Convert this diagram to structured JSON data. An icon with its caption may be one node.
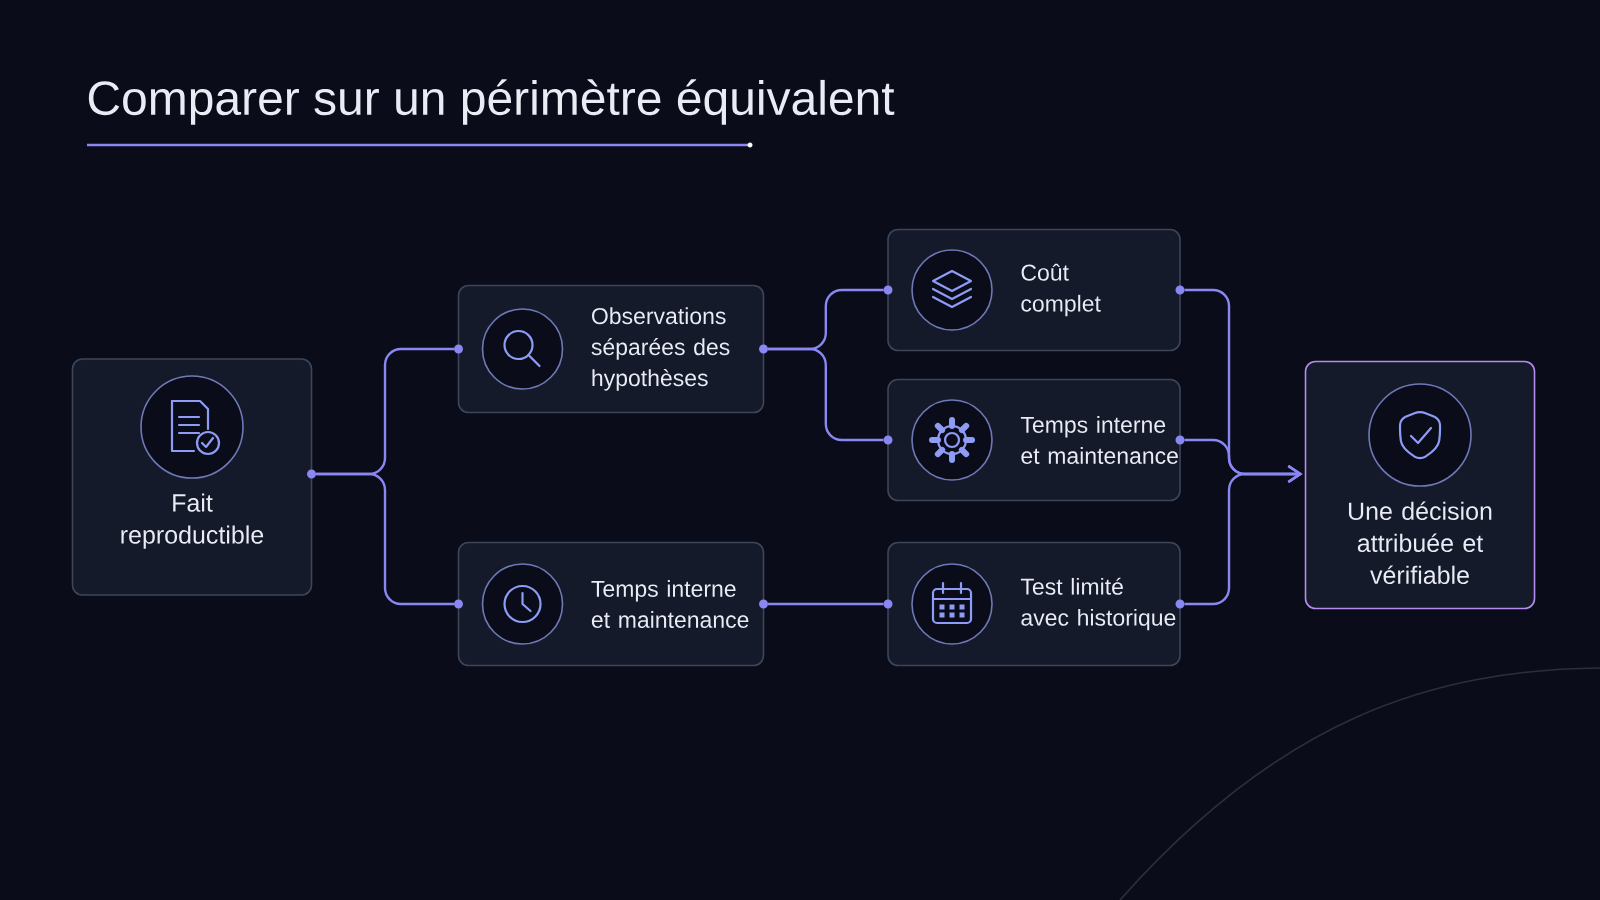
{
  "diagram": {
    "title": "Comparer sur un périmètre équivalent",
    "nodes": [
      {
        "text": [
          "Fait reproductible"
        ]
      },
      {
        "text": [
          "Observations séparées des hypothèses"
        ]
      },
      {
        "text": [
          "Temps interne et maintenance"
        ]
      },
      {
        "text": [
          "Coût complet"
        ]
      },
      {
        "text": [
          "Temps interne et maintenance"
        ]
      },
      {
        "text": [
          "Test limité avec historique"
        ]
      },
      {
        "text": [
          "Une décision attribuée et vérifiable"
        ]
      }
    ],
    "edges": [
      {
        "from": 0,
        "to": 1,
        "arrow": "none"
      },
      {
        "from": 0,
        "to": 2,
        "arrow": "none"
      },
      {
        "from": 1,
        "to": 3,
        "arrow": "none"
      },
      {
        "from": 1,
        "to": 4,
        "arrow": "none"
      },
      {
        "from": 2,
        "to": 5,
        "arrow": "none"
      },
      {
        "from": 3,
        "to": 6,
        "arrow": "to"
      },
      {
        "from": 4,
        "to": 6,
        "arrow": "to"
      },
      {
        "from": 5,
        "to": 6,
        "arrow": "to"
      }
    ]
  }
}
